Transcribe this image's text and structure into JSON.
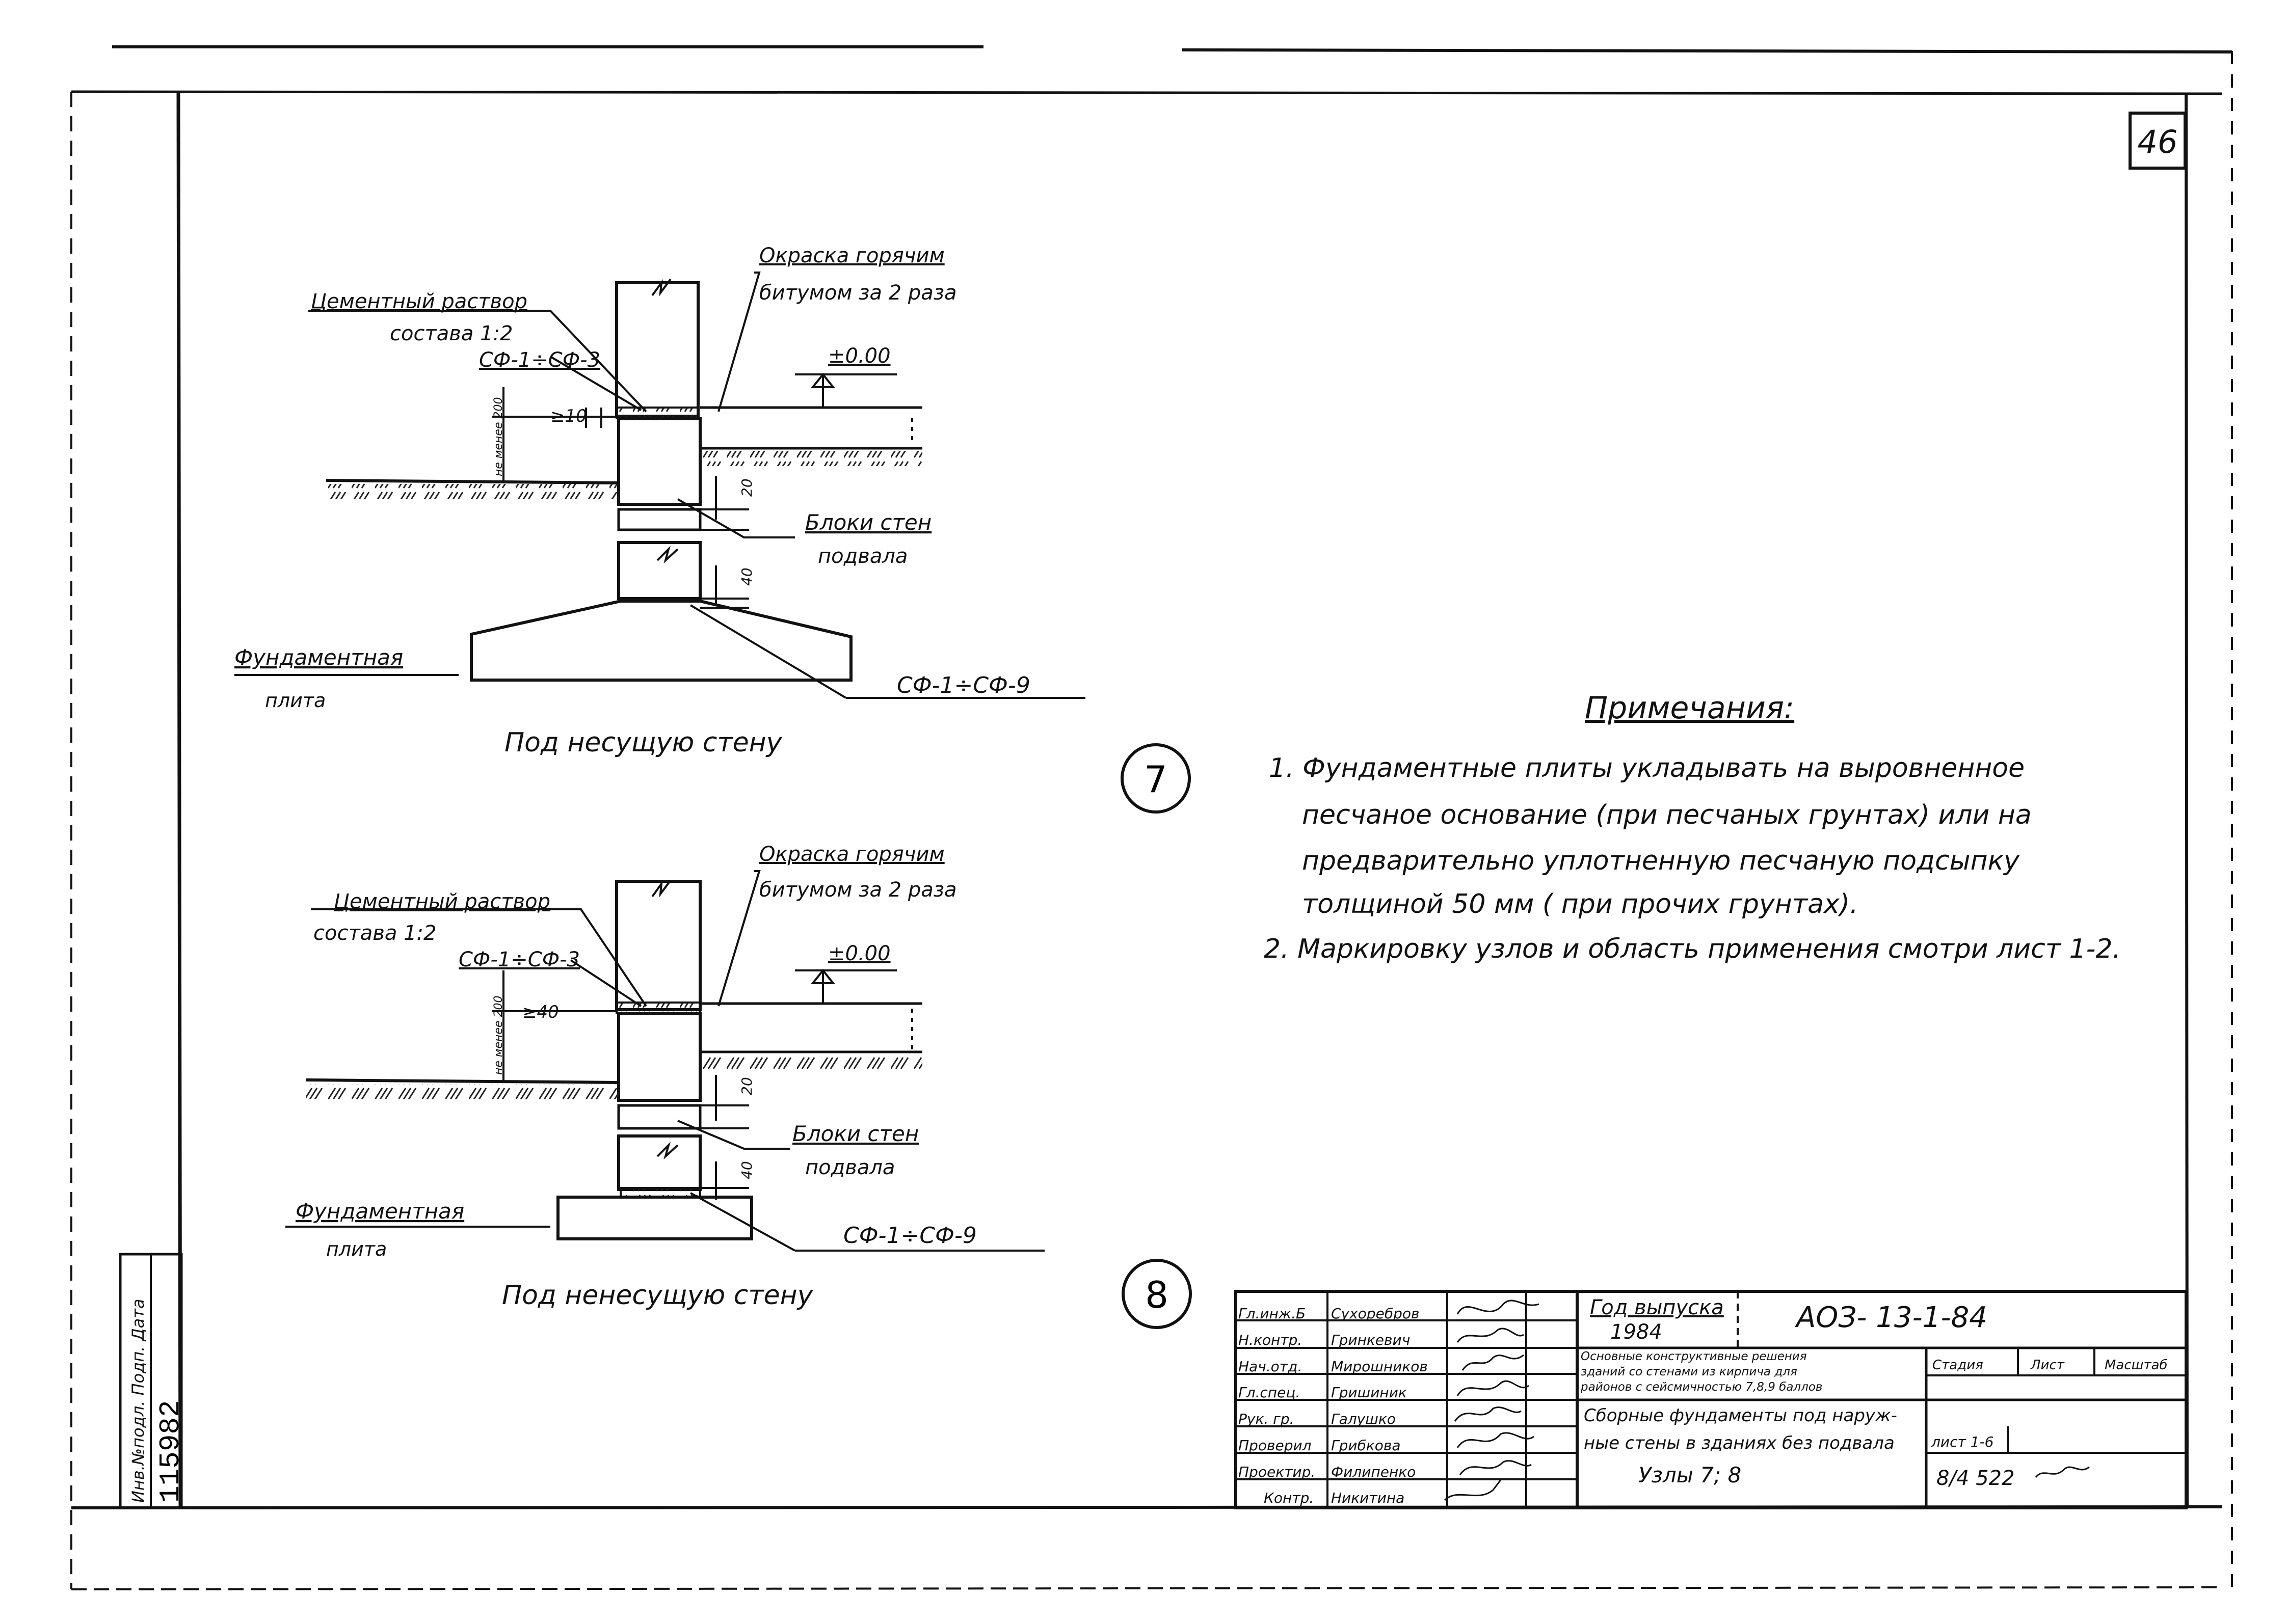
{
  "sheet_number": "46",
  "node7": {
    "number": "7",
    "paint_line1": "Окраска горячим",
    "paint_line2": "битумом за 2 раза",
    "mortar_line1": "Цементный раствор",
    "mortar_line2": "состава 1:2",
    "sf_upper": "СФ-1÷СФ-3",
    "level": "±0.00",
    "dim_min": "не менее 200",
    "dim_10": "≥10",
    "dim_20": "20",
    "dim_40": "40",
    "blocks_line1": "Блоки стен",
    "blocks_line2": "подвала",
    "slab_line1": "Фундаментная",
    "slab_line2": "плита",
    "sf_lower": "СФ-1÷СФ-9",
    "caption": "Под несущую стену"
  },
  "node8": {
    "number": "8",
    "paint_line1": "Окраска горячим",
    "paint_line2": "битумом за 2 раза",
    "mortar_line1": "Цементный раствор",
    "mortar_line2": "состава 1:2",
    "sf_upper": "СФ-1÷СФ-3",
    "level": "±0.00",
    "dim_min": "не менее 200",
    "dim_40a": "≥40",
    "dim_20": "20",
    "dim_40": "40",
    "blocks_line1": "Блоки стен",
    "blocks_line2": "подвала",
    "slab_line1": "Фундаментная",
    "slab_line2": "плита",
    "sf_lower": "СФ-1÷СФ-9",
    "caption": "Под ненесущую стену"
  },
  "notes": {
    "title": "Примечания:",
    "lines": [
      "1. Фундаментные плиты укладывать на выровненное",
      "песчаное основание (при песчаных грунтах) или на",
      "предварительно уплотненную песчаную подсыпку",
      "толщиной 50 мм ( при прочих грунтах).",
      "2. Маркировку узлов и область применения смотри лист 1-2."
    ]
  },
  "left_stamp": {
    "label": "Инв.№подл. Подп. Дата",
    "number": "115982"
  },
  "title_block": {
    "roles": [
      "Гл.инж.Б",
      "Н.контр.",
      "Нач.отд.",
      "Гл.спец.",
      "Рук. гр.",
      "Проверил",
      "Проектир.",
      "Контр."
    ],
    "names": [
      "Сухоребров",
      "Гринкевич",
      "Мирошников",
      "Гришиник",
      "Галушко",
      "Грибкова",
      "Филипенко",
      "Никитина"
    ],
    "year_label": "Год выпуска",
    "year": "1984",
    "code": "АОЗ- 13-1-84",
    "series_desc_1": "Основные конструктивные решения",
    "series_desc_2": "зданий со стенами из кирпича для",
    "series_desc_3": "районов с сейсмичностью 7,8,9 баллов",
    "stage_h": "Стадия",
    "sheet_h": "Лист",
    "scale_h": "Масштаб",
    "title_1": "Сборные фундаменты под наруж-",
    "title_2": "ные стены в зданиях без подвала",
    "title_3": "Узлы 7; 8",
    "sheet_ref": "лист 1-6",
    "doc_number": "8/4 522"
  }
}
